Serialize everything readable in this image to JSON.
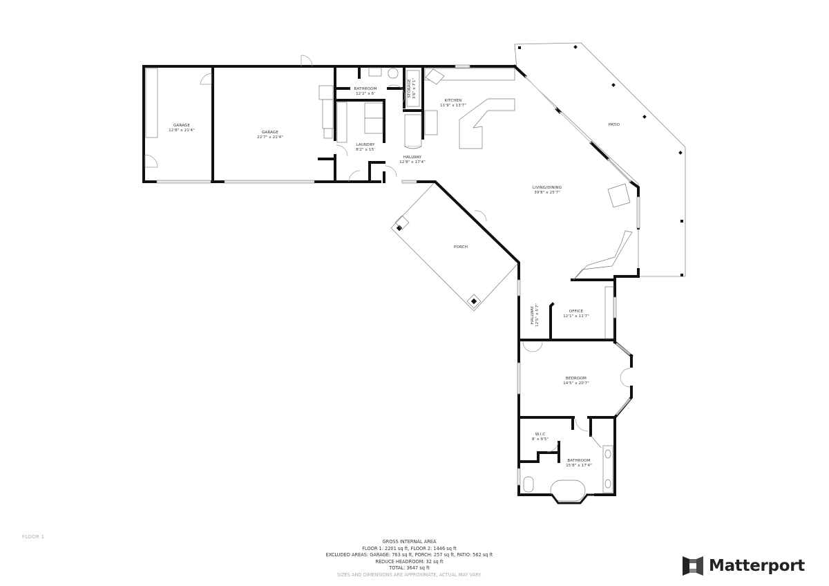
{
  "floor_label": "FLOOR 1",
  "rooms": {
    "garage_left": {
      "name": "GARAGE",
      "dims": "12'8\" x 21'4\""
    },
    "garage_right": {
      "name": "GARAGE",
      "dims": "22'7\" x 21'4\""
    },
    "bathroom_top": {
      "name": "BATHROOM",
      "dims": "12'2\" x 6'"
    },
    "storage": {
      "name": "STORAGE",
      "dims": "3'6\" x 7'1\""
    },
    "kitchen": {
      "name": "KITCHEN",
      "dims": "11'9\" x 13'7\""
    },
    "laundry": {
      "name": "LAUNDRY",
      "dims": "8'2\" x 15'"
    },
    "hallway_main": {
      "name": "HALLWAY",
      "dims": "12'8\" x 17'4\""
    },
    "patio": {
      "name": "PATIO"
    },
    "living_dining": {
      "name": "LIVING/DINING",
      "dims": "39'8\" x 25'7\""
    },
    "porch": {
      "name": "PORCH"
    },
    "hallway_side": {
      "name": "HALLWAY",
      "dims": "12'5\" x 5'7\""
    },
    "office": {
      "name": "OFFICE",
      "dims": "12'1\" x 11'7\""
    },
    "bedroom": {
      "name": "BEDROOM",
      "dims": "14'5\" x 20'7\""
    },
    "wic": {
      "name": "W.I.C",
      "dims": "8' x 9'5\""
    },
    "bathroom_master": {
      "name": "BATHROOM",
      "dims": "15'8\" x 17'4\""
    }
  },
  "summary": {
    "heading": "GROSS INTERNAL AREA",
    "floors": "FLOOR 1: 2201 sq ft, FLOOR 2: 1446 sq ft",
    "excluded": "EXCLUDED AREAS: GARAGE: 763 sq ft, PORCH: 257 sq ft, PATIO: 562 sq ft",
    "headroom": "REDUCE HEADROOM: 32 sq ft",
    "total": "TOTAL: 3647 sq ft",
    "disclaimer": "SIZES AND DIMENSIONS ARE APPROXIMATE, ACTUAL MAY VARY."
  },
  "brand": {
    "name": "Matterport",
    "icon": "matterport-logo-icon"
  }
}
